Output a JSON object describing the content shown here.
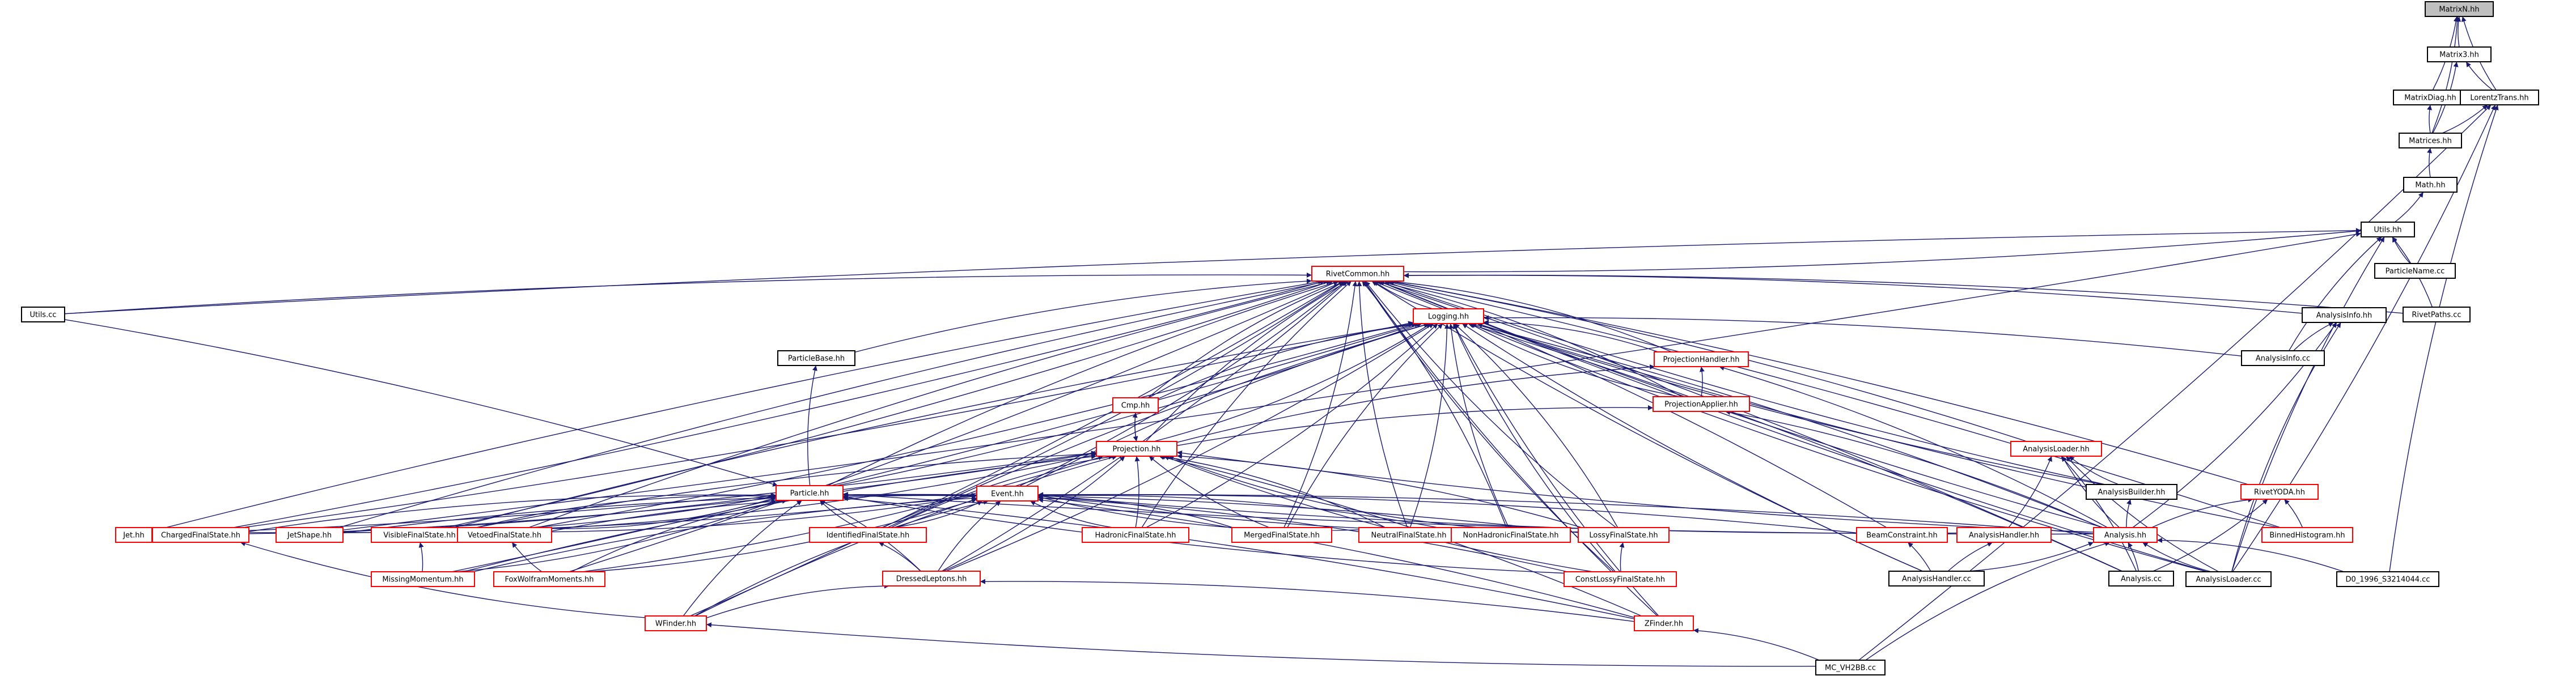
{
  "colors": {
    "focus_fill": "#bfbfbf",
    "border_plain": "#000000",
    "border_truncated": "#ff0000",
    "edge": "#191970"
  },
  "nodes": [
    {
      "id": "matrixn",
      "label": "MatrixN.hh",
      "style": "focus"
    },
    {
      "id": "matrix3",
      "label": "Matrix3.hh",
      "style": "plain"
    },
    {
      "id": "matrixdiag",
      "label": "MatrixDiag.hh",
      "style": "plain"
    },
    {
      "id": "lorentztrans",
      "label": "LorentzTrans.hh",
      "style": "plain"
    },
    {
      "id": "matrices",
      "label": "Matrices.hh",
      "style": "plain"
    },
    {
      "id": "math",
      "label": "Math.hh",
      "style": "plain"
    },
    {
      "id": "utilshh",
      "label": "Utils.hh",
      "style": "plain"
    },
    {
      "id": "particlename",
      "label": "ParticleName.cc",
      "style": "plain"
    },
    {
      "id": "rivetcommon",
      "label": "RivetCommon.hh",
      "style": "truncated"
    },
    {
      "id": "utilscc",
      "label": "Utils.cc",
      "style": "plain"
    },
    {
      "id": "rivetpaths",
      "label": "RivetPaths.cc",
      "style": "plain"
    },
    {
      "id": "logging",
      "label": "Logging.hh",
      "style": "truncated"
    },
    {
      "id": "analysisinfohh",
      "label": "AnalysisInfo.hh",
      "style": "plain"
    },
    {
      "id": "particlebase",
      "label": "ParticleBase.hh",
      "style": "plain"
    },
    {
      "id": "projectionhandler",
      "label": "ProjectionHandler.hh",
      "style": "truncated"
    },
    {
      "id": "analysisinfocc",
      "label": "AnalysisInfo.cc",
      "style": "plain"
    },
    {
      "id": "cmp",
      "label": "Cmp.hh",
      "style": "truncated"
    },
    {
      "id": "projectionapplier",
      "label": "ProjectionApplier.hh",
      "style": "truncated"
    },
    {
      "id": "projection",
      "label": "Projection.hh",
      "style": "truncated"
    },
    {
      "id": "analysisloaderhh",
      "label": "AnalysisLoader.hh",
      "style": "truncated"
    },
    {
      "id": "particle",
      "label": "Particle.hh",
      "style": "truncated"
    },
    {
      "id": "event",
      "label": "Event.hh",
      "style": "truncated"
    },
    {
      "id": "analysisbuilder",
      "label": "AnalysisBuilder.hh",
      "style": "plain"
    },
    {
      "id": "rivetyoda",
      "label": "RivetYODA.hh",
      "style": "truncated"
    },
    {
      "id": "jet",
      "label": "Jet.hh",
      "style": "truncated"
    },
    {
      "id": "chargedfs",
      "label": "ChargedFinalState.hh",
      "style": "truncated"
    },
    {
      "id": "jetshape",
      "label": "JetShape.hh",
      "style": "truncated"
    },
    {
      "id": "visiblefs",
      "label": "VisibleFinalState.hh",
      "style": "truncated"
    },
    {
      "id": "vetoedfs",
      "label": "VetoedFinalState.hh",
      "style": "truncated"
    },
    {
      "id": "identifiedfs",
      "label": "IdentifiedFinalState.hh",
      "style": "truncated"
    },
    {
      "id": "hadronicfs",
      "label": "HadronicFinalState.hh",
      "style": "truncated"
    },
    {
      "id": "mergedfs",
      "label": "MergedFinalState.hh",
      "style": "truncated"
    },
    {
      "id": "neutralfs",
      "label": "NeutralFinalState.hh",
      "style": "truncated"
    },
    {
      "id": "nonhadronicfs",
      "label": "NonHadronicFinalState.hh",
      "style": "truncated"
    },
    {
      "id": "lossyfs",
      "label": "LossyFinalState.hh",
      "style": "truncated"
    },
    {
      "id": "beamconstraint",
      "label": "BeamConstraint.hh",
      "style": "truncated"
    },
    {
      "id": "analysishandlerhh",
      "label": "AnalysisHandler.hh",
      "style": "truncated"
    },
    {
      "id": "analysishh",
      "label": "Analysis.hh",
      "style": "truncated"
    },
    {
      "id": "binnedhistogram",
      "label": "BinnedHistogram.hh",
      "style": "truncated"
    },
    {
      "id": "missingmomentum",
      "label": "MissingMomentum.hh",
      "style": "truncated"
    },
    {
      "id": "foxwolfram",
      "label": "FoxWolframMoments.hh",
      "style": "truncated"
    },
    {
      "id": "dressedleptons",
      "label": "DressedLeptons.hh",
      "style": "truncated"
    },
    {
      "id": "constlossyfs",
      "label": "ConstLossyFinalState.hh",
      "style": "truncated"
    },
    {
      "id": "analysishandlercc",
      "label": "AnalysisHandler.cc",
      "style": "plain"
    },
    {
      "id": "analysiscc",
      "label": "Analysis.cc",
      "style": "plain"
    },
    {
      "id": "analysisloadercc",
      "label": "AnalysisLoader.cc",
      "style": "plain"
    },
    {
      "id": "d0",
      "label": "D0_1996_S3214044.cc",
      "style": "plain"
    },
    {
      "id": "wfinder",
      "label": "WFinder.hh",
      "style": "truncated"
    },
    {
      "id": "zfinder",
      "label": "ZFinder.hh",
      "style": "truncated"
    },
    {
      "id": "mcvh2bb",
      "label": "MC_VH2BB.cc",
      "style": "plain"
    }
  ],
  "edges": [
    [
      "matrix3",
      "matrixn"
    ],
    [
      "matrixdiag",
      "matrixn"
    ],
    [
      "lorentztrans",
      "matrixn"
    ],
    [
      "matrices",
      "matrixn"
    ],
    [
      "lorentztrans",
      "matrix3"
    ],
    [
      "matrices",
      "matrix3"
    ],
    [
      "matrices",
      "matrixdiag"
    ],
    [
      "matrices",
      "lorentztrans"
    ],
    [
      "math",
      "matrices"
    ],
    [
      "utilshh",
      "math"
    ],
    [
      "particlename",
      "utilshh"
    ],
    [
      "rivetcommon",
      "utilshh"
    ],
    [
      "utilscc",
      "utilshh"
    ],
    [
      "rivetpaths",
      "utilshh"
    ],
    [
      "analysisinfocc",
      "utilshh"
    ],
    [
      "jetshape",
      "utilshh"
    ],
    [
      "analysisloadercc",
      "utilshh"
    ],
    [
      "analysisloadercc",
      "lorentztrans"
    ],
    [
      "d0",
      "lorentztrans"
    ],
    [
      "mcvh2bb",
      "lorentztrans"
    ],
    [
      "utilscc",
      "rivetcommon"
    ],
    [
      "rivetpaths",
      "rivetcommon"
    ],
    [
      "logging",
      "rivetcommon"
    ],
    [
      "analysisinfohh",
      "rivetcommon"
    ],
    [
      "particlebase",
      "rivetcommon"
    ],
    [
      "projectionhandler",
      "rivetcommon"
    ],
    [
      "cmp",
      "rivetcommon"
    ],
    [
      "projectionapplier",
      "rivetcommon"
    ],
    [
      "projection",
      "rivetcommon"
    ],
    [
      "analysisloaderhh",
      "rivetcommon"
    ],
    [
      "particle",
      "rivetcommon"
    ],
    [
      "event",
      "rivetcommon"
    ],
    [
      "analysisbuilder",
      "rivetcommon"
    ],
    [
      "rivetyoda",
      "rivetcommon"
    ],
    [
      "jet",
      "rivetcommon"
    ],
    [
      "chargedfs",
      "rivetcommon"
    ],
    [
      "jetshape",
      "rivetcommon"
    ],
    [
      "visiblefs",
      "rivetcommon"
    ],
    [
      "vetoedfs",
      "rivetcommon"
    ],
    [
      "identifiedfs",
      "rivetcommon"
    ],
    [
      "hadronicfs",
      "rivetcommon"
    ],
    [
      "mergedfs",
      "rivetcommon"
    ],
    [
      "neutralfs",
      "rivetcommon"
    ],
    [
      "nonhadronicfs",
      "rivetcommon"
    ],
    [
      "lossyfs",
      "rivetcommon"
    ],
    [
      "beamconstraint",
      "rivetcommon"
    ],
    [
      "analysishh",
      "rivetcommon"
    ],
    [
      "binnedhistogram",
      "rivetcommon"
    ],
    [
      "analysishandlercc",
      "rivetcommon"
    ],
    [
      "analysiscc",
      "rivetcommon"
    ],
    [
      "analysisloadercc",
      "rivetcommon"
    ],
    [
      "dressedleptons",
      "rivetcommon"
    ],
    [
      "constlossyfs",
      "rivetcommon"
    ],
    [
      "wfinder",
      "rivetcommon"
    ],
    [
      "zfinder",
      "rivetcommon"
    ],
    [
      "foxwolfram",
      "rivetcommon"
    ],
    [
      "analysisinfocc",
      "analysisinfohh"
    ],
    [
      "analysishh",
      "analysisinfohh"
    ],
    [
      "analysisloadercc",
      "analysisinfohh"
    ],
    [
      "projectionhandler",
      "logging"
    ],
    [
      "projectionapplier",
      "logging"
    ],
    [
      "projection",
      "logging"
    ],
    [
      "cmp",
      "logging"
    ],
    [
      "analysisinfocc",
      "logging"
    ],
    [
      "analysisbuilder",
      "logging"
    ],
    [
      "particle",
      "logging"
    ],
    [
      "event",
      "logging"
    ],
    [
      "chargedfs",
      "logging"
    ],
    [
      "visiblefs",
      "logging"
    ],
    [
      "vetoedfs",
      "logging"
    ],
    [
      "identifiedfs",
      "logging"
    ],
    [
      "hadronicfs",
      "logging"
    ],
    [
      "mergedfs",
      "logging"
    ],
    [
      "neutralfs",
      "logging"
    ],
    [
      "nonhadronicfs",
      "logging"
    ],
    [
      "lossyfs",
      "logging"
    ],
    [
      "constlossyfs",
      "logging"
    ],
    [
      "dressedleptons",
      "logging"
    ],
    [
      "zfinder",
      "logging"
    ],
    [
      "analysishh",
      "logging"
    ],
    [
      "analysishandlercc",
      "logging"
    ],
    [
      "analysiscc",
      "logging"
    ],
    [
      "binnedhistogram",
      "logging"
    ],
    [
      "missingmomentum",
      "logging"
    ],
    [
      "analysisloadercc",
      "logging"
    ],
    [
      "projectionapplier",
      "projectionhandler"
    ],
    [
      "projection",
      "projectionhandler"
    ],
    [
      "analysishh",
      "projectionhandler"
    ],
    [
      "projection",
      "projectionapplier"
    ],
    [
      "analysishh",
      "projectionapplier"
    ],
    [
      "projection",
      "cmp"
    ],
    [
      "cmp",
      "projection"
    ],
    [
      "particle",
      "particlebase"
    ],
    [
      "chargedfs",
      "projection"
    ],
    [
      "visiblefs",
      "projection"
    ],
    [
      "vetoedfs",
      "projection"
    ],
    [
      "identifiedfs",
      "projection"
    ],
    [
      "hadronicfs",
      "projection"
    ],
    [
      "mergedfs",
      "projection"
    ],
    [
      "neutralfs",
      "projection"
    ],
    [
      "nonhadronicfs",
      "projection"
    ],
    [
      "lossyfs",
      "projection"
    ],
    [
      "constlossyfs",
      "projection"
    ],
    [
      "jetshape",
      "projection"
    ],
    [
      "missingmomentum",
      "projection"
    ],
    [
      "foxwolfram",
      "projection"
    ],
    [
      "analysishh",
      "projection"
    ],
    [
      "dressedleptons",
      "projection"
    ],
    [
      "wfinder",
      "projection"
    ],
    [
      "zfinder",
      "projection"
    ],
    [
      "analysisbuilder",
      "analysisloaderhh"
    ],
    [
      "analysishandlerhh",
      "analysisloaderhh"
    ],
    [
      "analysishh",
      "analysisloaderhh"
    ],
    [
      "analysiscc",
      "analysisloaderhh"
    ],
    [
      "analysisloadercc",
      "analysisloaderhh"
    ],
    [
      "jet",
      "particle"
    ],
    [
      "chargedfs",
      "particle"
    ],
    [
      "jetshape",
      "particle"
    ],
    [
      "visiblefs",
      "particle"
    ],
    [
      "vetoedfs",
      "particle"
    ],
    [
      "identifiedfs",
      "particle"
    ],
    [
      "lossyfs",
      "particle"
    ],
    [
      "analysishh",
      "particle"
    ],
    [
      "missingmomentum",
      "particle"
    ],
    [
      "foxwolfram",
      "particle"
    ],
    [
      "dressedleptons",
      "particle"
    ],
    [
      "wfinder",
      "particle"
    ],
    [
      "zfinder",
      "particle"
    ],
    [
      "constlossyfs",
      "particle"
    ],
    [
      "chargedfs",
      "event"
    ],
    [
      "jetshape",
      "event"
    ],
    [
      "visiblefs",
      "event"
    ],
    [
      "vetoedfs",
      "event"
    ],
    [
      "identifiedfs",
      "event"
    ],
    [
      "hadronicfs",
      "event"
    ],
    [
      "mergedfs",
      "event"
    ],
    [
      "neutralfs",
      "event"
    ],
    [
      "nonhadronicfs",
      "event"
    ],
    [
      "lossyfs",
      "event"
    ],
    [
      "beamconstraint",
      "event"
    ],
    [
      "analysishandlerhh",
      "event"
    ],
    [
      "analysishh",
      "event"
    ],
    [
      "missingmomentum",
      "event"
    ],
    [
      "foxwolfram",
      "event"
    ],
    [
      "dressedleptons",
      "event"
    ],
    [
      "constlossyfs",
      "event"
    ],
    [
      "wfinder",
      "event"
    ],
    [
      "zfinder",
      "event"
    ],
    [
      "analysishh",
      "analysisbuilder"
    ],
    [
      "binnedhistogram",
      "rivetyoda"
    ],
    [
      "analysishh",
      "rivetyoda"
    ],
    [
      "analysiscc",
      "rivetyoda"
    ],
    [
      "wfinder",
      "chargedfs"
    ],
    [
      "missingmomentum",
      "visiblefs"
    ],
    [
      "foxwolfram",
      "vetoedfs"
    ],
    [
      "dressedleptons",
      "identifiedfs"
    ],
    [
      "constlossyfs",
      "lossyfs"
    ],
    [
      "analysishandlercc",
      "beamconstraint"
    ],
    [
      "analysishandlercc",
      "analysishandlerhh"
    ],
    [
      "analysiscc",
      "analysishh"
    ],
    [
      "analysisloadercc",
      "analysishh"
    ],
    [
      "d0",
      "analysishh"
    ],
    [
      "mcvh2bb",
      "analysishh"
    ],
    [
      "analysishandlercc",
      "analysishh"
    ],
    [
      "wfinder",
      "dressedleptons"
    ],
    [
      "zfinder",
      "dressedleptons"
    ],
    [
      "mcvh2bb",
      "wfinder"
    ],
    [
      "mcvh2bb",
      "zfinder"
    ],
    [
      "utilscc",
      "particle"
    ]
  ]
}
